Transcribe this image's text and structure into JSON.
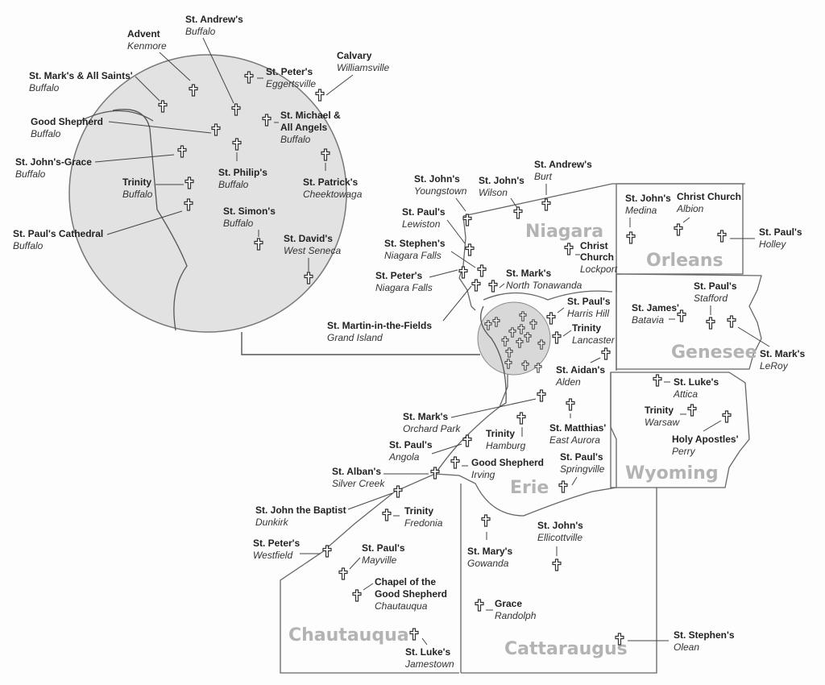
{
  "title": "Episcopal Churches of Western New York",
  "colors": {
    "inset_fill": "#e2e2e2",
    "county_label": "#b3b3b3",
    "text": "#222222",
    "lines": "#555555"
  },
  "counties": [
    {
      "id": "niagara",
      "label": "Niagara"
    },
    {
      "id": "orleans",
      "label": "Orleans"
    },
    {
      "id": "genesee",
      "label": "Genesee"
    },
    {
      "id": "erie",
      "label": "Erie"
    },
    {
      "id": "wyoming",
      "label": "Wyoming"
    },
    {
      "id": "chautauqua",
      "label": "Chautauqua"
    },
    {
      "id": "cattaraugus",
      "label": "Cattaraugus"
    }
  ],
  "inset_churches": [
    {
      "name": "St. Andrew's",
      "town": "Buffalo"
    },
    {
      "name": "Advent",
      "town": "Kenmore"
    },
    {
      "name": "Calvary",
      "town": "Williamsville"
    },
    {
      "name": "St. Peter's",
      "town": "Eggertsville"
    },
    {
      "name": "St. Mark's & All Saints'",
      "town": "Buffalo"
    },
    {
      "name": "St. Michael &",
      "name2": "All Angels",
      "town": "Buffalo"
    },
    {
      "name": "Good Shepherd",
      "town": "Buffalo"
    },
    {
      "name": "St. John's-Grace",
      "town": "Buffalo"
    },
    {
      "name": "Trinity",
      "town": "Buffalo"
    },
    {
      "name": "St. Philip's",
      "town": "Buffalo"
    },
    {
      "name": "St. Patrick's",
      "town": "Cheektowaga"
    },
    {
      "name": "St. Simon's",
      "town": "Buffalo"
    },
    {
      "name": "St. Paul's Cathedral",
      "town": "Buffalo"
    },
    {
      "name": "St. David's",
      "town": "West Seneca"
    }
  ],
  "churches": [
    {
      "name": "St. John's",
      "town": "Youngstown"
    },
    {
      "name": "St. John's",
      "town": "Wilson"
    },
    {
      "name": "St. Andrew's",
      "town": "Burt"
    },
    {
      "name": "St. Paul's",
      "town": "Lewiston"
    },
    {
      "name": "St. Stephen's",
      "town": "Niagara Falls"
    },
    {
      "name": "St. Peter's",
      "town": "Niagara Falls"
    },
    {
      "name": "Christ",
      "name2": "Church",
      "town": "Lockport"
    },
    {
      "name": "St. Mark's",
      "town": "North Tonawanda"
    },
    {
      "name": "St. Martin-in-the-Fields",
      "town": "Grand Island"
    },
    {
      "name": "St. John's",
      "town": "Medina"
    },
    {
      "name": "Christ Church",
      "town": "Albion"
    },
    {
      "name": "St. Paul's",
      "town": "Holley"
    },
    {
      "name": "St. Paul's",
      "town": "Stafford"
    },
    {
      "name": "St. James'",
      "town": "Batavia"
    },
    {
      "name": "St. Mark's",
      "town": "LeRoy"
    },
    {
      "name": "St. Paul's",
      "town": "Harris Hill"
    },
    {
      "name": "Trinity",
      "town": "Lancaster"
    },
    {
      "name": "St. Aidan's",
      "town": "Alden"
    },
    {
      "name": "St. Luke's",
      "town": "Attica"
    },
    {
      "name": "Trinity",
      "town": "Warsaw"
    },
    {
      "name": "Holy Apostles'",
      "town": "Perry"
    },
    {
      "name": "St. Mark's",
      "town": "Orchard Park"
    },
    {
      "name": "Trinity",
      "town": "Hamburg"
    },
    {
      "name": "St. Matthias'",
      "town": "East Aurora"
    },
    {
      "name": "St. Paul's",
      "town": "Angola"
    },
    {
      "name": "Good Shepherd",
      "town": "Irving"
    },
    {
      "name": "St. Paul's",
      "town": "Springville"
    },
    {
      "name": "St. Alban's",
      "town": "Silver Creek"
    },
    {
      "name": "St. John the Baptist",
      "town": "Dunkirk"
    },
    {
      "name": "Trinity",
      "town": "Fredonia"
    },
    {
      "name": "St. Peter's",
      "town": "Westfield"
    },
    {
      "name": "St. Paul's",
      "town": "Mayville"
    },
    {
      "name": "Chapel of the",
      "name2": "Good Shepherd",
      "town": "Chautauqua"
    },
    {
      "name": "St. Luke's",
      "town": "Jamestown"
    },
    {
      "name": "St. Mary's",
      "town": "Gowanda"
    },
    {
      "name": "St. John's",
      "town": "Ellicottville"
    },
    {
      "name": "Grace",
      "town": "Randolph"
    },
    {
      "name": "St. Stephen's",
      "town": "Olean"
    }
  ]
}
